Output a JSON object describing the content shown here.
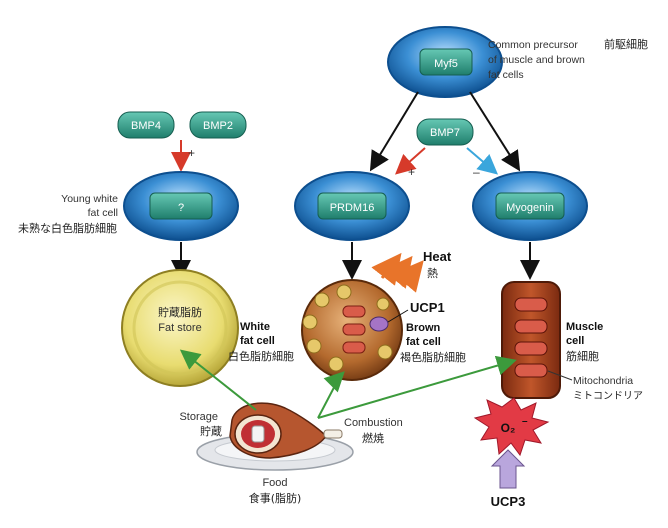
{
  "precursor": {
    "pill": "Myf5",
    "desc_line1": "Common precursor",
    "desc_line2": "of muscle and brown",
    "desc_line3": "fat cells",
    "jp": "前駆細胞"
  },
  "bmp4": "BMP4",
  "bmp2": "BMP2",
  "bmp7": "BMP7",
  "young": {
    "pill": "?",
    "label_line1": "Young white",
    "label_line2": "fat cell",
    "jp": "未熟な白色脂肪細胞"
  },
  "prdm16": "PRDM16",
  "myogenin": "Myogenin",
  "signs": {
    "plus": "+",
    "minus": "–"
  },
  "heat": {
    "en": "Heat",
    "jp": "熱"
  },
  "ucp1": "UCP1",
  "white_cell": {
    "inner_jp": "貯蔵脂肪",
    "inner_en": "Fat store",
    "label_line1": "White",
    "label_line2": "fat cell",
    "jp": "白色脂肪細胞"
  },
  "brown_cell": {
    "label_line1": "Brown",
    "label_line2": "fat cell",
    "jp": "褐色脂肪細胞"
  },
  "muscle_cell": {
    "label_line1": "Muscle",
    "label_line2": "cell",
    "jp": "筋細胞"
  },
  "mitochondria": {
    "en": "Mitochondria",
    "jp": "ミトコンドリア"
  },
  "storage": {
    "en": "Storage",
    "jp": "貯蔵"
  },
  "combustion": {
    "en": "Combustion",
    "jp": "燃焼"
  },
  "food": {
    "en": "Food",
    "jp": "食事(脂肪)"
  },
  "o2": {
    "base": "O₂",
    "sup": "–"
  },
  "ucp3": "UCP3",
  "colors": {
    "pill": "#2f9e8a",
    "ellipse": "#1a6fb0",
    "red_arrow": "#d63a2a",
    "blue_arrow": "#3aa6dc",
    "green_arrow": "#3c9a3c",
    "heat_arrow": "#e8742a",
    "white_cell": "#e8dc70",
    "brown_cell": "#c77a3a",
    "muscle": "#a8421e",
    "star": "#e23a45",
    "ucp3_arrow": "#b9a6dd"
  }
}
